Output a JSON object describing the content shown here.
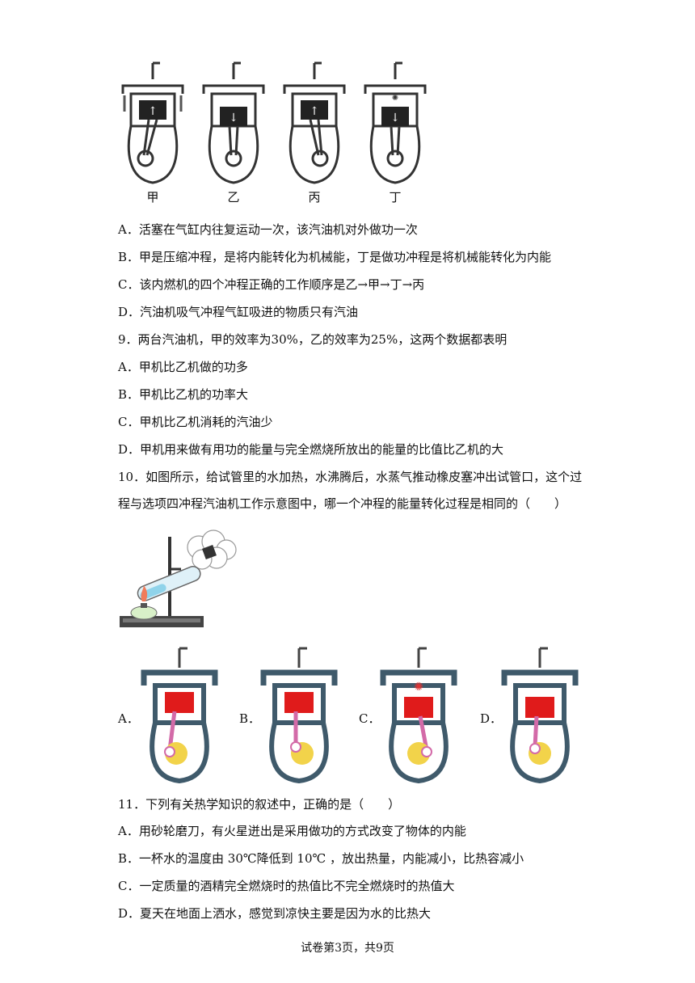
{
  "top_figure": {
    "labels": [
      "甲",
      "乙",
      "丙",
      "丁"
    ]
  },
  "q8_options": [
    "A．活塞在气缸内往复运动一次，该汽油机对外做功一次",
    "B．甲是压缩冲程，是将内能转化为机械能，丁是做功冲程是将机械能转化为内能",
    "C．该内燃机的四个冲程正确的工作顺序是乙→甲→丁→丙",
    "D．汽油机吸气冲程气缸吸进的物质只有汽油"
  ],
  "q9": {
    "stem": "9．两台汽油机，甲的效率为30%，乙的效率为25%，这两个数据都表明",
    "options": [
      "A．甲机比乙机做的功多",
      "B．甲机比乙机的功率大",
      "C．甲机比乙机消耗的汽油少",
      "D．甲机用来做有用功的能量与完全燃烧所放出的能量的比值比乙机的大"
    ]
  },
  "q10": {
    "stem_line1": "10．如图所示，给试管里的水加热，水沸腾后，水蒸气推动橡皮塞冲出试管口，这个过",
    "stem_line2": "程与选项四冲程汽油机工作示意图中，哪一个冲程的能量转化过程是相同的（　　）",
    "option_labels": [
      "A．",
      "B．",
      "C．",
      "D．"
    ]
  },
  "q11": {
    "stem": "11．下列有关热学知识的叙述中，正确的是（　　）",
    "options": [
      "A．用砂轮磨刀，有火星迸出是采用做功的方式改变了物体的内能",
      "B．一杯水的温度由 30℃降低到 10℃ ，放出热量，内能减小，比热容减小",
      "C．一定质量的酒精完全燃烧时的热值比不完全燃烧时的热值大",
      "D．夏天在地面上洒水，感觉到凉快主要是因为水的比热大"
    ]
  },
  "footer": "试卷第3页，共9页"
}
